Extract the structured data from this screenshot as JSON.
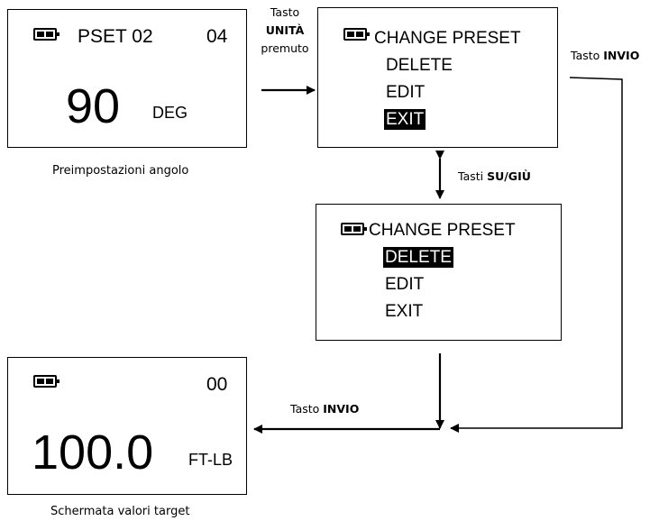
{
  "screen_angle": {
    "preset": "PSET 02",
    "number": "04",
    "value": "90",
    "unit": "DEG",
    "caption": "Preimpostazioni angolo"
  },
  "screen_change_exit": {
    "title": "CHANGE PRESET",
    "items": [
      "DELETE",
      "EDIT",
      "EXIT"
    ],
    "selected": "EXIT"
  },
  "screen_change_delete": {
    "title": "CHANGE PRESET",
    "items": [
      "DELETE",
      "EDIT",
      "EXIT"
    ],
    "selected": "DELETE"
  },
  "screen_target": {
    "number": "00",
    "value": "100.0",
    "unit": "FT-LB",
    "caption": "Schermata valori target"
  },
  "labels": {
    "unit_key_line1": "Tasto",
    "unit_key_line2": "UNITÀ",
    "unit_key_line3": "premuto",
    "enter_right_prefix": "Tasto ",
    "enter_right_bold": "INVIO",
    "updown_prefix": "Tasti ",
    "updown_bold": "SU/GIÙ",
    "enter_bottom_prefix": "Tasto ",
    "enter_bottom_bold": "INVIO"
  },
  "icons": {
    "battery": "battery-icon"
  }
}
